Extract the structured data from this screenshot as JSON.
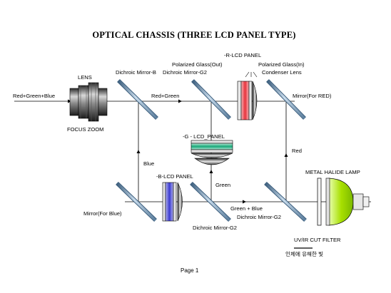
{
  "title": "OPTICAL CHASSIS (THREE LCD PANEL TYPE)",
  "footer": {
    "page": "Page 1"
  },
  "labels": {
    "input": "Red+Green+Blue",
    "lens": "LENS",
    "focus_zoom": "FOCUS ZOOM",
    "dichroic_b": "Dichroic Mirror-B",
    "dichroic_g2_top": "Dichroic Mirror-G2",
    "polarized_out": "Polarized Glass(Out)",
    "r_panel": "-R-LCD PANEL",
    "polarized_in": "Polarized Glass(In)",
    "condenser": "Condenser Lens",
    "red_green": "Red+Green",
    "mirror_red": "Mirror(For RED)",
    "g_panel": "-G - LCD_PANEL",
    "blue": "Blue",
    "red": "Red",
    "b_panel": "-B-LCD PANEL",
    "green": "Green",
    "metal_halide": "METAL HALIDE LAMP",
    "mirror_blue": "Mirror(For Blue)",
    "green_blue": "Green + Blue",
    "dichroic_g2_right": "Dichroic Mirror-G2",
    "dichroic_g2_bottom": "Dichroic Mirror-G2",
    "uv_ir": "UV/IR CUT FILTER",
    "korean_note": "인체에 유해한 빛"
  },
  "colors": {
    "red_panel": "#e8323c",
    "green_panel": "#18a878",
    "blue_panel": "#3a3ad0",
    "lamp": "#a8e000",
    "mirror": "#8fb4d4"
  }
}
